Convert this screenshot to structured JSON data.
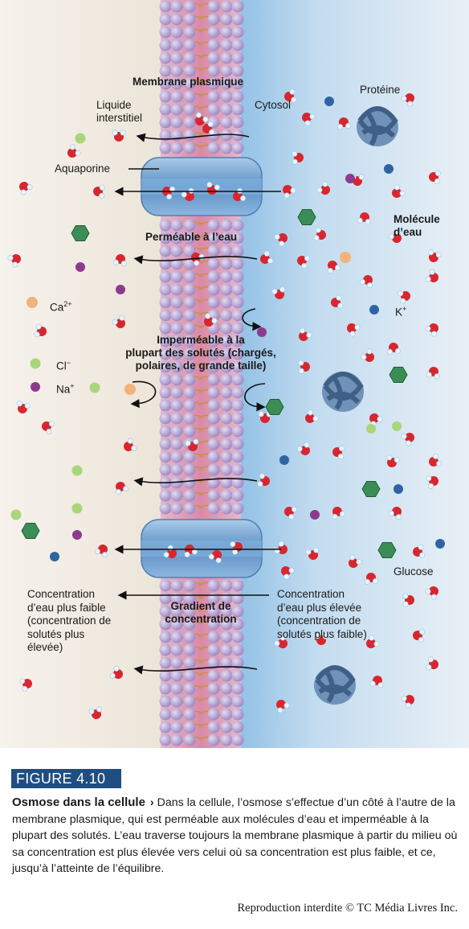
{
  "labels": {
    "membrane": "Membrane plasmique",
    "interstitial_1": "Liquide",
    "interstitial_2": "interstitiel",
    "cytosol": "Cytosol",
    "protein": "Protéine",
    "aquaporin": "Aquaporine",
    "water_molecule_1": "Molécule",
    "water_molecule_2": "d’eau",
    "permeable": "Perméable à l’eau",
    "calcium": "Ca",
    "calcium_sup": "2+",
    "potassium": "K",
    "potassium_sup": "+",
    "chloride": "Cl",
    "chloride_sup": "−",
    "sodium": "Na",
    "sodium_sup": "+",
    "impermeable_1": "Imperméable à la",
    "impermeable_2": "plupart des solutés (chargés,",
    "impermeable_3": "polaires, de grande taille)",
    "glucose": "Glucose",
    "low_water_1": "Concentration",
    "low_water_2": "d’eau plus faible",
    "low_water_3": "(concentration de",
    "low_water_4": "solutés plus",
    "low_water_5": "élevée)",
    "gradient_1": "Gradient de",
    "gradient_2": "concentration",
    "high_water_1": "Concentration",
    "high_water_2": "d’eau plus élevée",
    "high_water_3": "(concentration de",
    "high_water_4": "solutés plus faible)"
  },
  "figure": {
    "number": "FIGURE 4.10",
    "title": "Osmose dans la cellule",
    "chevron": "›",
    "text": "Dans la cellule, l’osmose s’effectue d’un côté à l’autre de la membrane plasmique, qui est perméable aux molécules d’eau et imperméable à la plupart des solutés. L’eau traverse toujours la membrane plasmique à partir du milieu où sa concentration est plus élevée vers celui où sa concentration est plus faible, et ce, jusqu’à l’atteinte de l’équilibre.",
    "rights": "Reproduction interdite © TC Média Livres Inc."
  },
  "colors": {
    "interstitial_bg": "#f3ede4",
    "cytosol_bg": "#bcd9ef",
    "bilayer": "#e3a8bd",
    "phospholipid_head": "#b9a6d6",
    "aquaporin": "#6f9fcf",
    "oxygen": "#d9262e",
    "hydrogen": "#e8f4fb",
    "calcium": "#f2b27c",
    "chloride": "#a9d67a",
    "sodium": "#8c3b8f",
    "potassium": "#2f64a3",
    "glucose": "#3c8d55",
    "protein": "#5b7fa8",
    "caption_tag": "#1f4e82"
  }
}
